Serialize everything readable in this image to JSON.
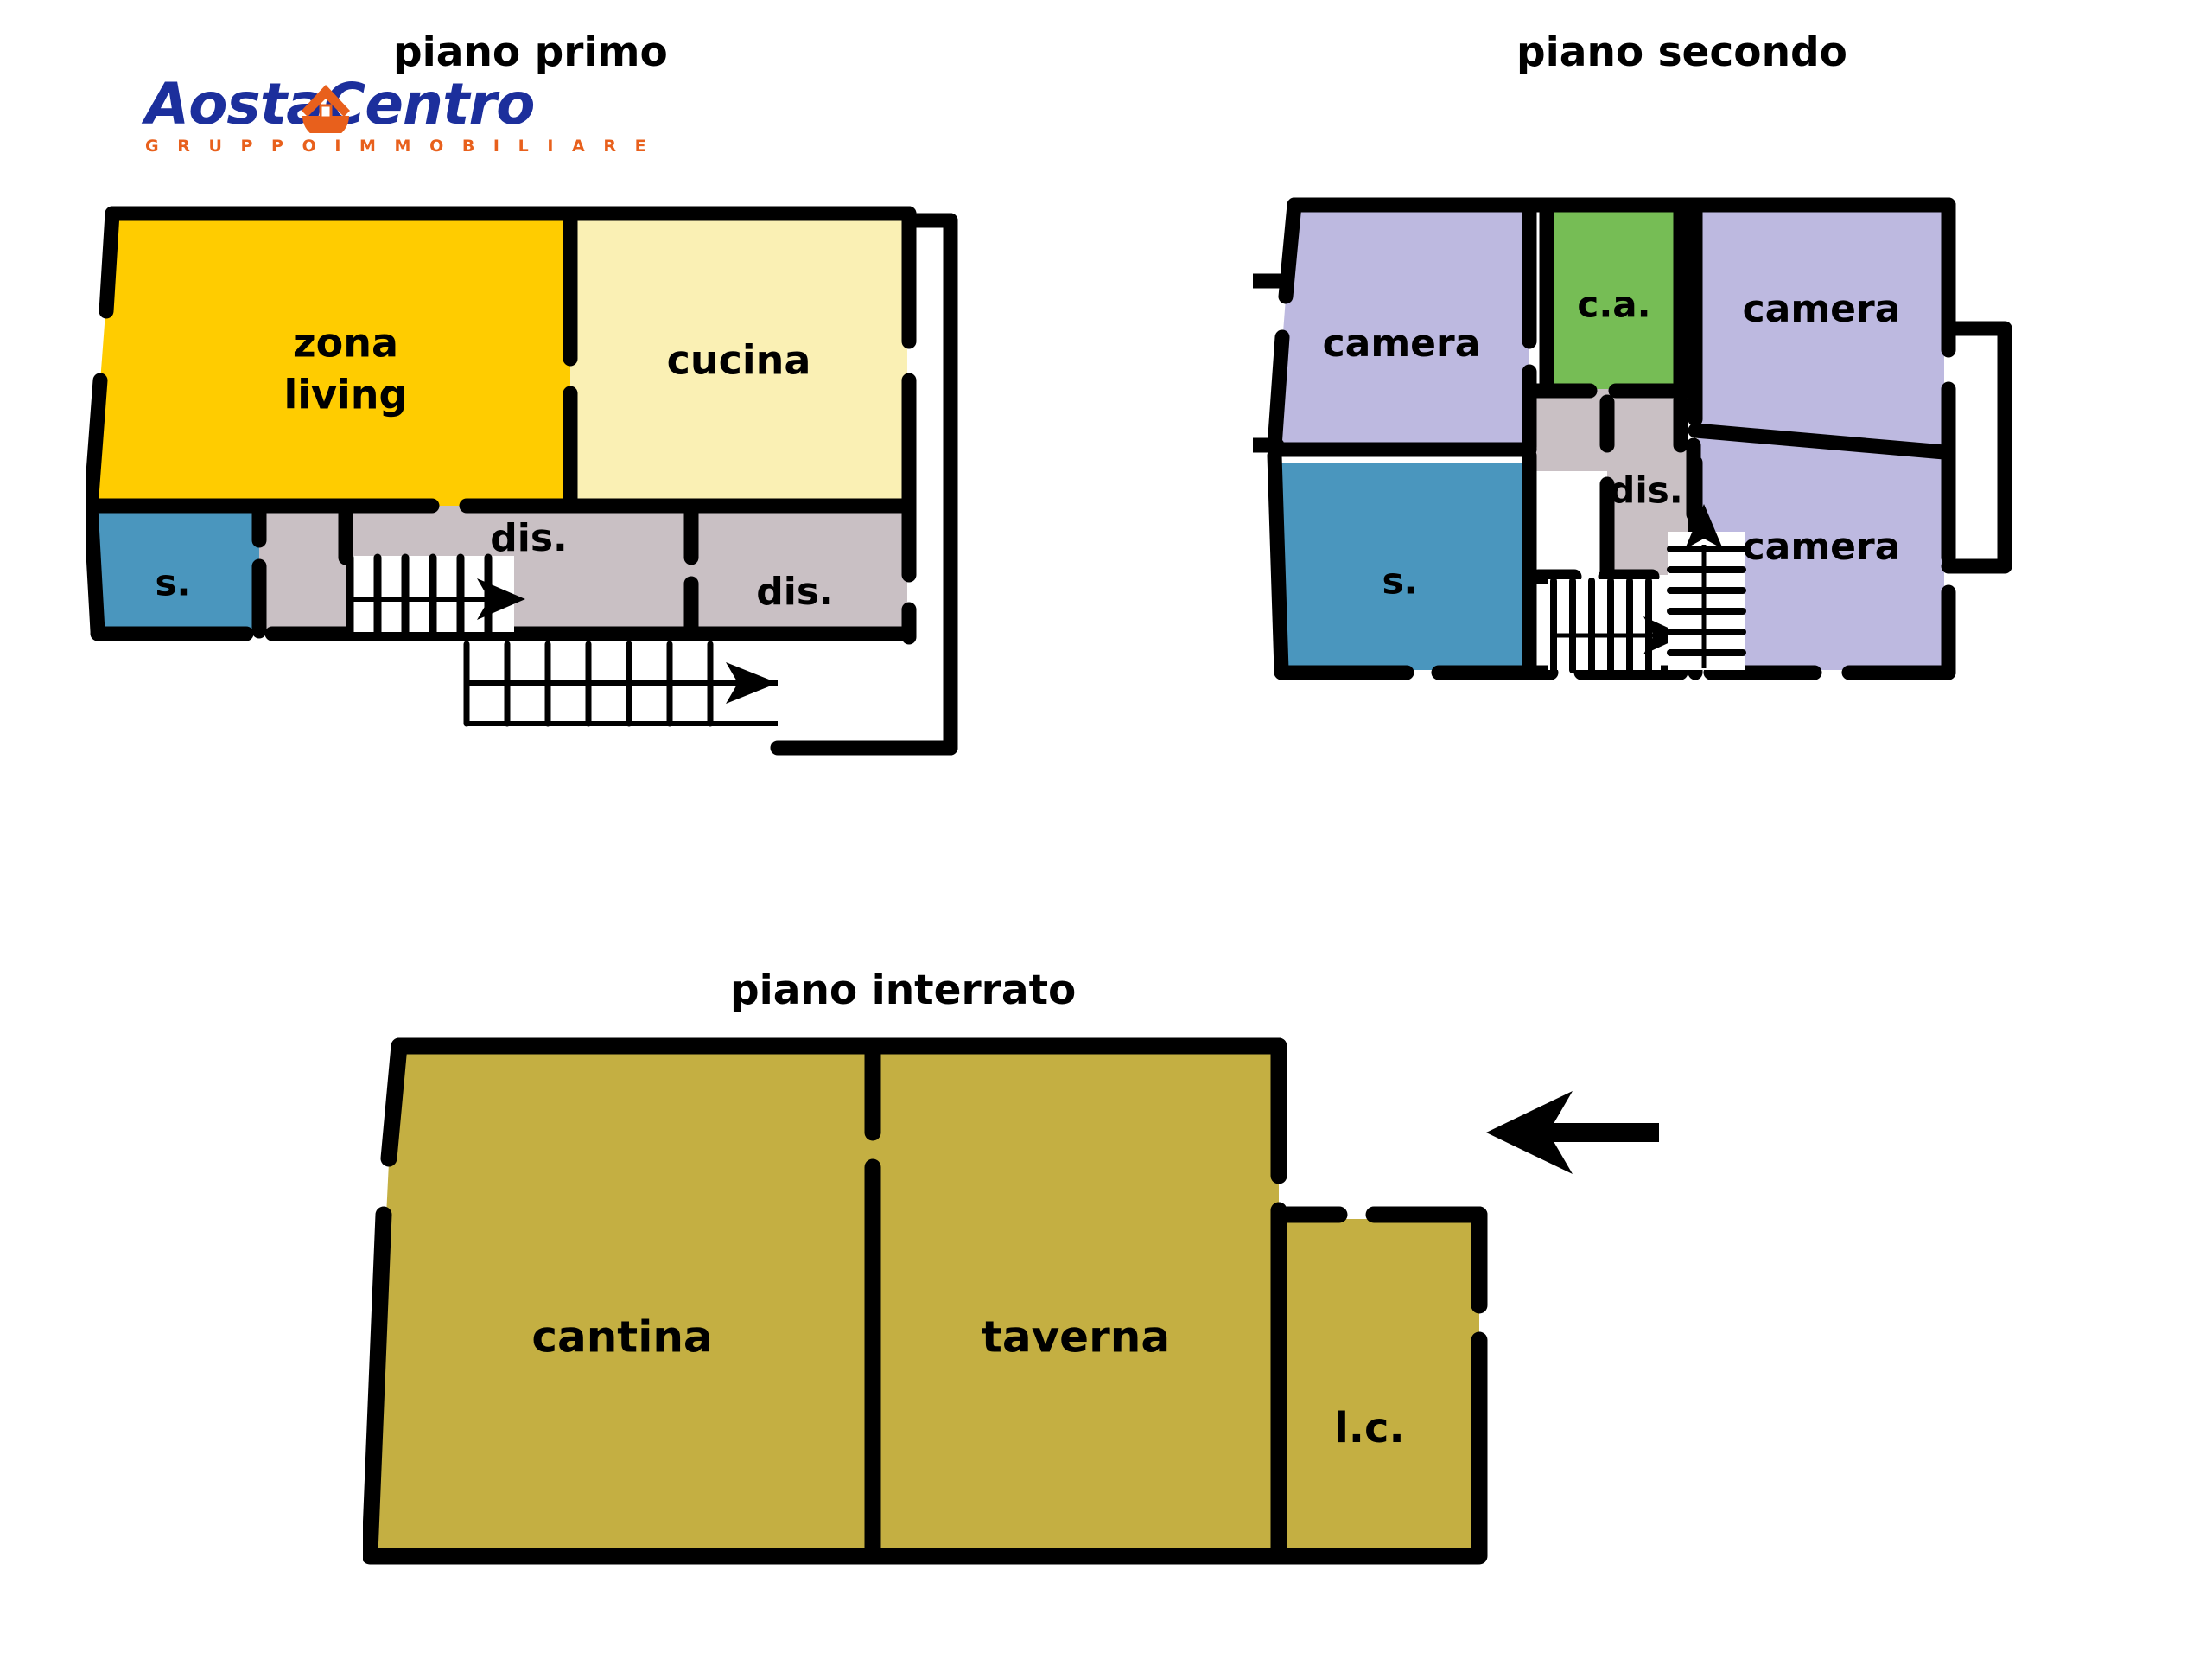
{
  "document": {
    "kind": "floor-plan",
    "logo": {
      "brand_part1": "Aosta",
      "brand_part2": "Centro",
      "tagline": "G R U P P O   I M M O B I L I A R E",
      "icon": "house-icon",
      "color_blue": "#1c2f9c",
      "color_orange": "#e8601c"
    },
    "titles": {
      "first_floor": "piano primo",
      "second_floor": "piano secondo",
      "basement": "piano interrato"
    },
    "palette": {
      "living_yellow": "#FFCC00",
      "kitchen_cream": "#FAF0B4",
      "bath_blue": "#4A96BE",
      "hall_grey": "#C9C0C4",
      "bedroom_purple": "#BDB9E0",
      "closet_green": "#76BD55",
      "basement_olive": "#C4AF42",
      "wall_black": "#000000",
      "paper_white": "#FFFFFF"
    },
    "floors": [
      {
        "id": "piano-primo",
        "title": "piano primo",
        "rooms": [
          {
            "key": "zona-living",
            "label": "zona\nliving",
            "label_line1": "zona",
            "label_line2": "living",
            "color": "#FFCC00"
          },
          {
            "key": "cucina",
            "label": "cucina",
            "color": "#FAF0B4"
          },
          {
            "key": "servizio",
            "label": "s.",
            "color": "#4A96BE"
          },
          {
            "key": "disimpegno-1",
            "label": "dis.",
            "color": "#C9C0C4"
          },
          {
            "key": "disimpegno-2",
            "label": "dis.",
            "color": "#C9C0C4"
          }
        ],
        "features": [
          {
            "key": "stair-interior",
            "type": "stair",
            "direction": "right"
          },
          {
            "key": "stair-exterior",
            "type": "stair",
            "direction": "right"
          }
        ]
      },
      {
        "id": "piano-secondo",
        "title": "piano secondo",
        "rooms": [
          {
            "key": "camera-left",
            "label": "camera",
            "color": "#BDB9E0"
          },
          {
            "key": "cabina-armadio",
            "label": "c.a.",
            "color": "#76BD55"
          },
          {
            "key": "camera-topright",
            "label": "camera",
            "color": "#BDB9E0"
          },
          {
            "key": "camera-bottomright",
            "label": "camera",
            "color": "#BDB9E0"
          },
          {
            "key": "servizio",
            "label": "s.",
            "color": "#4A96BE"
          },
          {
            "key": "disimpegno",
            "label": "dis.",
            "color": "#C9C0C4"
          }
        ],
        "features": [
          {
            "key": "stair-down",
            "type": "stair",
            "direction": "right"
          },
          {
            "key": "stair-up",
            "type": "stair",
            "direction": "up"
          }
        ]
      },
      {
        "id": "piano-interrato",
        "title": "piano interrato",
        "rooms": [
          {
            "key": "cantina",
            "label": "cantina",
            "color": "#C4AF42"
          },
          {
            "key": "taverna",
            "label": "taverna",
            "color": "#C4AF42"
          },
          {
            "key": "locale-caldaia",
            "label": "l.c.",
            "color": "#C4AF42"
          }
        ],
        "features": [
          {
            "key": "entrance-arrow",
            "type": "arrow",
            "direction": "left"
          }
        ]
      }
    ]
  }
}
